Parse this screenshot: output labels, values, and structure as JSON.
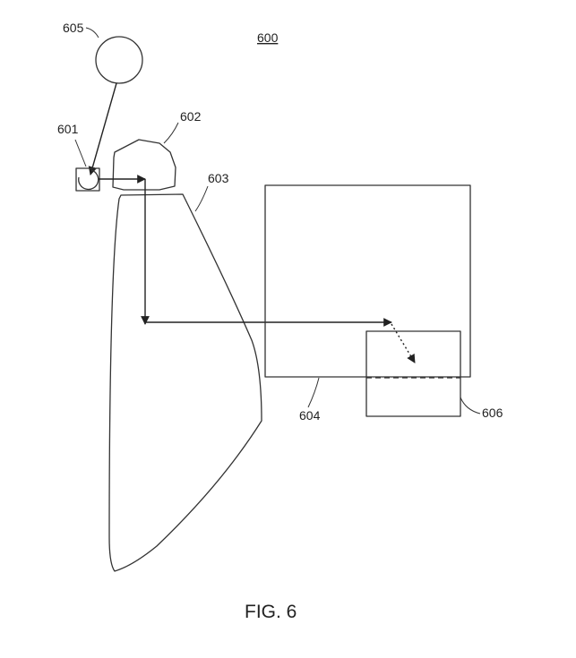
{
  "figure": {
    "number_label": "600",
    "caption": "FIG. 6"
  },
  "components": {
    "light_source_label": "601",
    "optical_element_label": "602",
    "waveguide_label": "603",
    "display_region_label": "604",
    "user_eye_label": "605",
    "eyebox_label": "606"
  }
}
